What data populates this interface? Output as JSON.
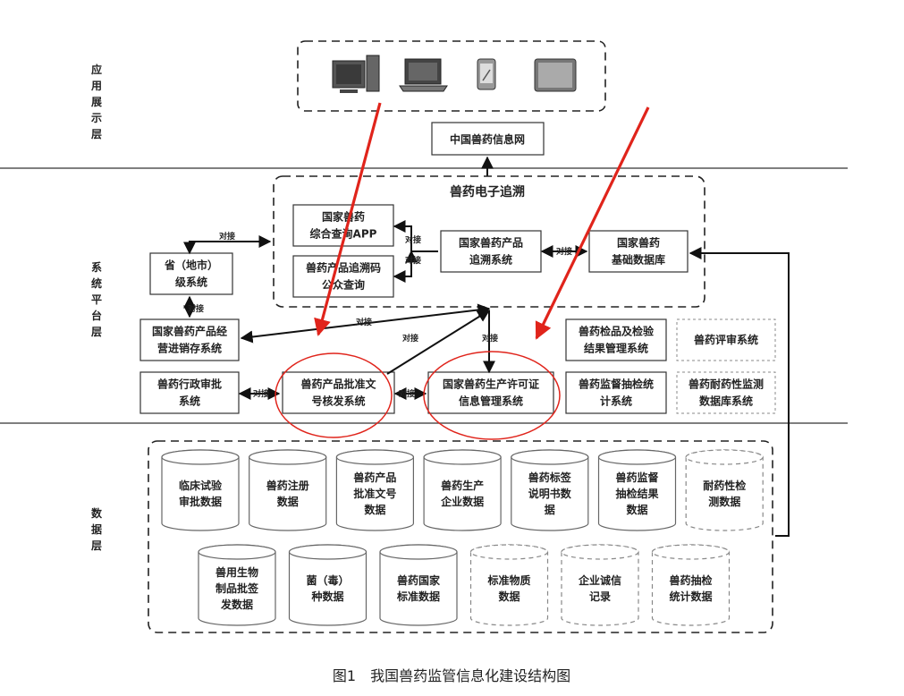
{
  "layers": {
    "app": "应用展示层",
    "system": "系统平台层",
    "data": "数据层"
  },
  "devices": [
    "desktop-computer-icon",
    "laptop-icon",
    "phone-icon",
    "tablet-icon"
  ],
  "app_site": "中国兽药信息网",
  "trace_group_title": "兽药电子追溯",
  "boxes": {
    "query_app": [
      "国家兽药",
      "综合查询APP"
    ],
    "trace_code": [
      "兽药产品追溯码",
      "公众查询"
    ],
    "product_trace": [
      "国家兽药产品",
      "追溯系统"
    ],
    "base_db": [
      "国家兽药",
      "基础数据库"
    ],
    "province": [
      "省（地市）",
      "级系统"
    ],
    "distribution": [
      "国家兽药产品经",
      "营进销存系统"
    ],
    "inspection_result": [
      "兽药检品及检验",
      "结果管理系统"
    ],
    "review": [
      "兽药评审系统"
    ],
    "admin_approval": [
      "兽药行政审批",
      "系统"
    ],
    "approval_number": [
      "兽药产品批准文",
      "号核发系统"
    ],
    "production_license": [
      "国家兽药生产许可证",
      "信息管理系统"
    ],
    "supervision_stats": [
      "兽药监督抽检统",
      "计系统"
    ],
    "resistance_db": [
      "兽药耐药性监测",
      "数据库系统"
    ]
  },
  "connector_label": "对接",
  "databases_row1": [
    {
      "lines": [
        "临床试验",
        "审批数据"
      ],
      "dashed": false
    },
    {
      "lines": [
        "兽药注册",
        "数据"
      ],
      "dashed": false
    },
    {
      "lines": [
        "兽药产品",
        "批准文号",
        "数据"
      ],
      "dashed": false
    },
    {
      "lines": [
        "兽药生产",
        "企业数据"
      ],
      "dashed": false
    },
    {
      "lines": [
        "兽药标签",
        "说明书数",
        "据"
      ],
      "dashed": false
    },
    {
      "lines": [
        "兽药监督",
        "抽检结果",
        "数据"
      ],
      "dashed": false
    },
    {
      "lines": [
        "耐药性检",
        "测数据"
      ],
      "dashed": true
    }
  ],
  "databases_row2": [
    {
      "lines": [
        "兽用生物",
        "制品批签",
        "发数据"
      ],
      "dashed": false
    },
    {
      "lines": [
        "菌（毒）",
        "种数据"
      ],
      "dashed": false
    },
    {
      "lines": [
        "兽药国家",
        "标准数据"
      ],
      "dashed": false
    },
    {
      "lines": [
        "标准物质",
        "数据"
      ],
      "dashed": true
    },
    {
      "lines": [
        "企业诚信",
        "记录"
      ],
      "dashed": true
    },
    {
      "lines": [
        "兽药抽检",
        "统计数据"
      ],
      "dashed": true
    }
  ],
  "caption": "图1　我国兽药监管信息化建设结构图",
  "colors": {
    "highlight": "#e0241b",
    "line": "#111111"
  }
}
